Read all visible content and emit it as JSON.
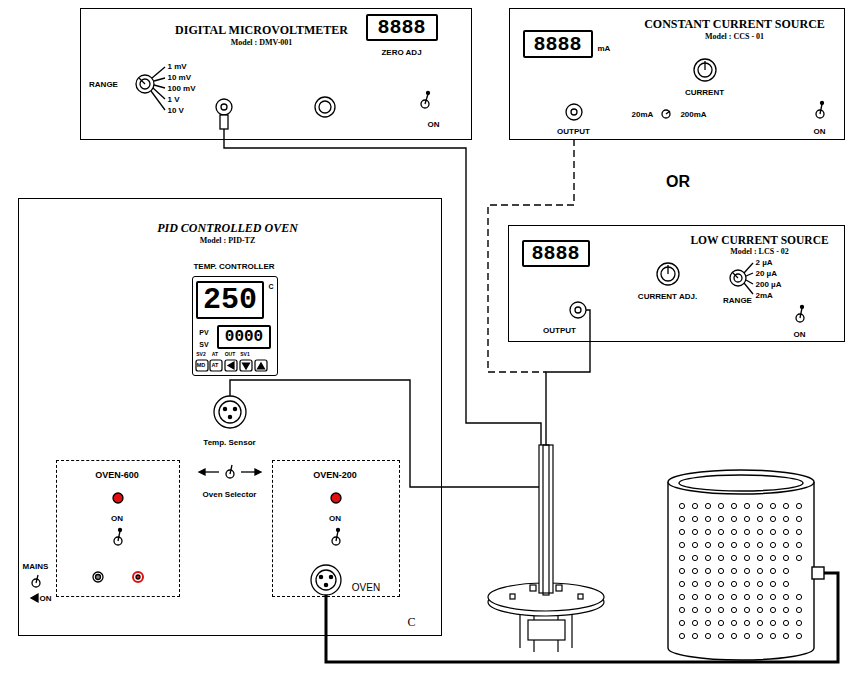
{
  "diagram": {
    "nodes": [
      {
        "text": [
          "DIGITAL MICROVOLTMETER",
          "Model : DMV-001",
          "RANGE",
          "1 mV",
          "10 mV",
          "100 mV",
          "1 V",
          "10 V",
          "ZERO ADJ",
          "ON"
        ]
      },
      {
        "text": [
          "8888"
        ],
        "in": 0
      },
      {
        "text": [
          "CONSTANT CURRENT SOURCE",
          "Model : CCS - 01",
          "mA",
          "CURRENT",
          "OUTPUT",
          "20mA",
          "200mA",
          "ON"
        ]
      },
      {
        "text": [
          "8888"
        ],
        "in": 2
      },
      {
        "text": [
          "PID CONTROLLED OVEN",
          "Model : PID-TZ",
          "Temp. Sensor",
          "Oven Selector",
          "MAINS",
          "ON",
          "C"
        ]
      },
      {
        "text": [
          "TEMP. CONTROLLER",
          "C",
          "PV",
          "SV",
          "SV2",
          "AT",
          "OUT",
          "SV1",
          "MD",
          "AT"
        ],
        "in": 4
      },
      {
        "text": [
          "250"
        ],
        "in": 5
      },
      {
        "text": [
          "0000"
        ],
        "in": 5
      },
      {
        "text": [
          "OVEN-600",
          "ON"
        ],
        "in": 4
      },
      {
        "text": [
          "OVEN-200",
          "ON",
          "OVEN"
        ],
        "in": 4
      },
      {
        "text": [
          "LOW CURRENT SOURCE",
          "Model : LCS - 02",
          "CURRENT ADJ.",
          "RANGE",
          "2 µA",
          "20 µA",
          "200 µA",
          "2mA",
          "OUTPUT",
          "ON"
        ]
      },
      {
        "text": [
          "8888"
        ],
        "in": 10
      }
    ],
    "labels": [
      "OR"
    ]
  }
}
